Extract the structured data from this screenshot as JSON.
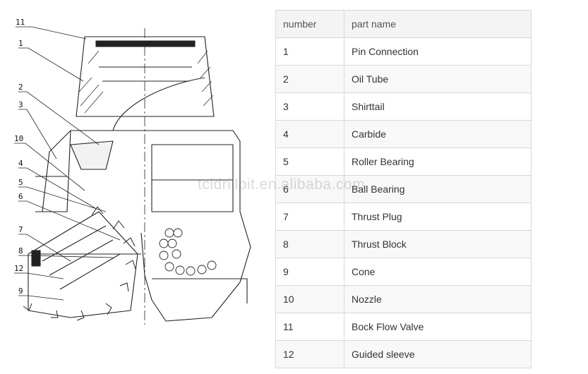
{
  "table": {
    "headers": {
      "number": "number",
      "part_name": "part name"
    },
    "rows": [
      {
        "number": "1",
        "part_name": "Pin Connection"
      },
      {
        "number": "2",
        "part_name": "Oil Tube"
      },
      {
        "number": "3",
        "part_name": "Shirttail"
      },
      {
        "number": "4",
        "part_name": "Carbide"
      },
      {
        "number": "5",
        "part_name": "Roller Bearing"
      },
      {
        "number": "6",
        "part_name": "Ball Bearing"
      },
      {
        "number": "7",
        "part_name": "Thrust Plug"
      },
      {
        "number": "8",
        "part_name": "Thrust Block"
      },
      {
        "number": "9",
        "part_name": "Cone"
      },
      {
        "number": "10",
        "part_name": "Nozzle"
      },
      {
        "number": "11",
        "part_name": "Bock Flow Valve"
      },
      {
        "number": "12",
        "part_name": "Guided sleeve"
      }
    ]
  },
  "drawing": {
    "callouts": [
      "11",
      "1",
      "2",
      "3",
      "10",
      "4",
      "5",
      "6",
      "7",
      "8",
      "12",
      "9"
    ]
  },
  "watermark": "tcidrillbit.en.alibaba.com"
}
